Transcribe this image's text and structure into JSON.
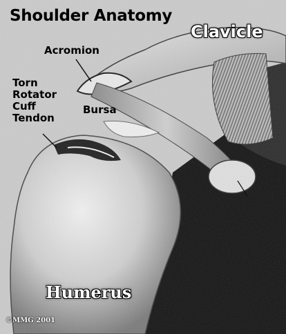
{
  "diagram": {
    "title": "Shoulder Anatomy",
    "labels": {
      "clavicle": "Clavicle",
      "acromion": "Acromion",
      "torn_rotator_cuff_tendon": [
        "Torn",
        "Rotator",
        "Cuff",
        "Tendon"
      ],
      "bursa": "Bursa",
      "humerus": "Humerus"
    },
    "copyright": "©MMG 2001"
  },
  "colors": {
    "background": "#c9c9c9",
    "bone_light": "#e6e6e6",
    "shadow": "#111111",
    "label_text": "#000000",
    "overlay_text": "#ffffff"
  }
}
